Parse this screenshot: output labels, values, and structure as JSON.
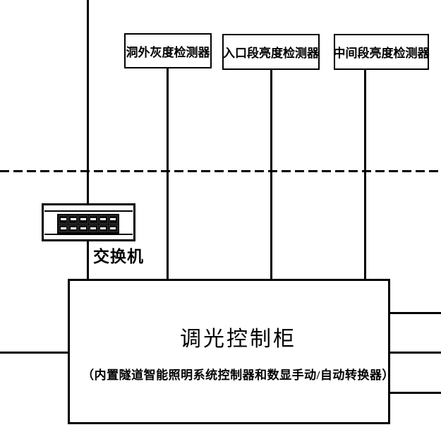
{
  "diagram": {
    "detector_boxes": [
      {
        "label": "洞外灰度检测器"
      },
      {
        "label": "入口段亮度检测器"
      },
      {
        "label": "中间段亮度检测器"
      }
    ],
    "switch_label": "交换机",
    "cabinet_title": "调光控制柜",
    "cabinet_subtitle": "（内置隧道智能照明系统控制器和数显手动/自动转换器）",
    "colors": {
      "line": "#000000",
      "background": "#ffffff"
    }
  }
}
